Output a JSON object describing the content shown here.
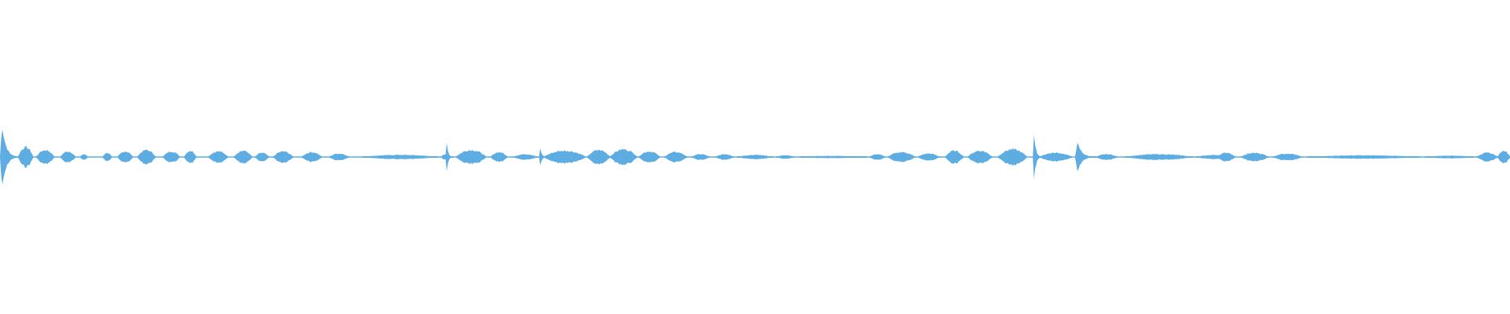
{
  "waveform": {
    "color": "#5DADE2",
    "background": "#ffffff",
    "baseline_amplitude": 0.01,
    "segments": [
      {
        "start": 0.0,
        "end": 0.012,
        "peak": 0.24,
        "shape": "spike"
      },
      {
        "start": 0.012,
        "end": 0.022,
        "peak": 0.07,
        "shape": "blob"
      },
      {
        "start": 0.024,
        "end": 0.036,
        "peak": 0.05,
        "shape": "blob"
      },
      {
        "start": 0.04,
        "end": 0.05,
        "peak": 0.04,
        "shape": "blob"
      },
      {
        "start": 0.053,
        "end": 0.058,
        "peak": 0.02,
        "shape": "blob"
      },
      {
        "start": 0.068,
        "end": 0.074,
        "peak": 0.03,
        "shape": "blob"
      },
      {
        "start": 0.078,
        "end": 0.088,
        "peak": 0.04,
        "shape": "blob"
      },
      {
        "start": 0.091,
        "end": 0.103,
        "peak": 0.05,
        "shape": "blob"
      },
      {
        "start": 0.108,
        "end": 0.119,
        "peak": 0.04,
        "shape": "blob"
      },
      {
        "start": 0.122,
        "end": 0.13,
        "peak": 0.045,
        "shape": "blob"
      },
      {
        "start": 0.138,
        "end": 0.151,
        "peak": 0.04,
        "shape": "blob"
      },
      {
        "start": 0.155,
        "end": 0.167,
        "peak": 0.045,
        "shape": "blob"
      },
      {
        "start": 0.169,
        "end": 0.178,
        "peak": 0.03,
        "shape": "blob"
      },
      {
        "start": 0.181,
        "end": 0.194,
        "peak": 0.04,
        "shape": "blob"
      },
      {
        "start": 0.2,
        "end": 0.213,
        "peak": 0.035,
        "shape": "blob"
      },
      {
        "start": 0.218,
        "end": 0.231,
        "peak": 0.025,
        "shape": "blob"
      },
      {
        "start": 0.24,
        "end": 0.29,
        "peak": 0.015,
        "shape": "blob"
      },
      {
        "start": 0.292,
        "end": 0.298,
        "peak": 0.02,
        "shape": "blob"
      },
      {
        "start": 0.295,
        "end": 0.3,
        "peak": 0.12,
        "shape": "spike"
      },
      {
        "start": 0.302,
        "end": 0.322,
        "peak": 0.05,
        "shape": "blob"
      },
      {
        "start": 0.325,
        "end": 0.336,
        "peak": 0.035,
        "shape": "blob"
      },
      {
        "start": 0.34,
        "end": 0.356,
        "peak": 0.02,
        "shape": "blob"
      },
      {
        "start": 0.357,
        "end": 0.362,
        "peak": 0.08,
        "shape": "spike"
      },
      {
        "start": 0.36,
        "end": 0.388,
        "peak": 0.045,
        "shape": "blob"
      },
      {
        "start": 0.389,
        "end": 0.404,
        "peak": 0.05,
        "shape": "blob"
      },
      {
        "start": 0.404,
        "end": 0.422,
        "peak": 0.055,
        "shape": "blob"
      },
      {
        "start": 0.423,
        "end": 0.437,
        "peak": 0.04,
        "shape": "blob"
      },
      {
        "start": 0.44,
        "end": 0.455,
        "peak": 0.035,
        "shape": "blob"
      },
      {
        "start": 0.458,
        "end": 0.47,
        "peak": 0.02,
        "shape": "blob"
      },
      {
        "start": 0.474,
        "end": 0.486,
        "peak": 0.02,
        "shape": "blob"
      },
      {
        "start": 0.488,
        "end": 0.512,
        "peak": 0.015,
        "shape": "blob"
      },
      {
        "start": 0.514,
        "end": 0.526,
        "peak": 0.012,
        "shape": "blob"
      },
      {
        "start": 0.53,
        "end": 0.574,
        "peak": 0.008,
        "shape": "blob"
      },
      {
        "start": 0.576,
        "end": 0.586,
        "peak": 0.02,
        "shape": "blob"
      },
      {
        "start": 0.588,
        "end": 0.606,
        "peak": 0.035,
        "shape": "blob"
      },
      {
        "start": 0.608,
        "end": 0.622,
        "peak": 0.025,
        "shape": "blob"
      },
      {
        "start": 0.626,
        "end": 0.638,
        "peak": 0.045,
        "shape": "blob"
      },
      {
        "start": 0.641,
        "end": 0.657,
        "peak": 0.045,
        "shape": "blob"
      },
      {
        "start": 0.661,
        "end": 0.68,
        "peak": 0.055,
        "shape": "blob"
      },
      {
        "start": 0.684,
        "end": 0.69,
        "peak": 0.18,
        "shape": "spike"
      },
      {
        "start": 0.688,
        "end": 0.71,
        "peak": 0.03,
        "shape": "blob"
      },
      {
        "start": 0.712,
        "end": 0.726,
        "peak": 0.1,
        "shape": "spike"
      },
      {
        "start": 0.726,
        "end": 0.74,
        "peak": 0.02,
        "shape": "blob"
      },
      {
        "start": 0.745,
        "end": 0.79,
        "peak": 0.02,
        "shape": "blob"
      },
      {
        "start": 0.792,
        "end": 0.818,
        "peak": 0.015,
        "shape": "blob"
      },
      {
        "start": 0.806,
        "end": 0.818,
        "peak": 0.03,
        "shape": "blob"
      },
      {
        "start": 0.822,
        "end": 0.84,
        "peak": 0.03,
        "shape": "blob"
      },
      {
        "start": 0.843,
        "end": 0.862,
        "peak": 0.025,
        "shape": "blob"
      },
      {
        "start": 0.866,
        "end": 0.94,
        "peak": 0.012,
        "shape": "blob"
      },
      {
        "start": 0.944,
        "end": 0.976,
        "peak": 0.01,
        "shape": "blob"
      },
      {
        "start": 0.978,
        "end": 0.992,
        "peak": 0.03,
        "shape": "blob"
      },
      {
        "start": 0.992,
        "end": 1.0,
        "peak": 0.045,
        "shape": "blob"
      }
    ]
  }
}
